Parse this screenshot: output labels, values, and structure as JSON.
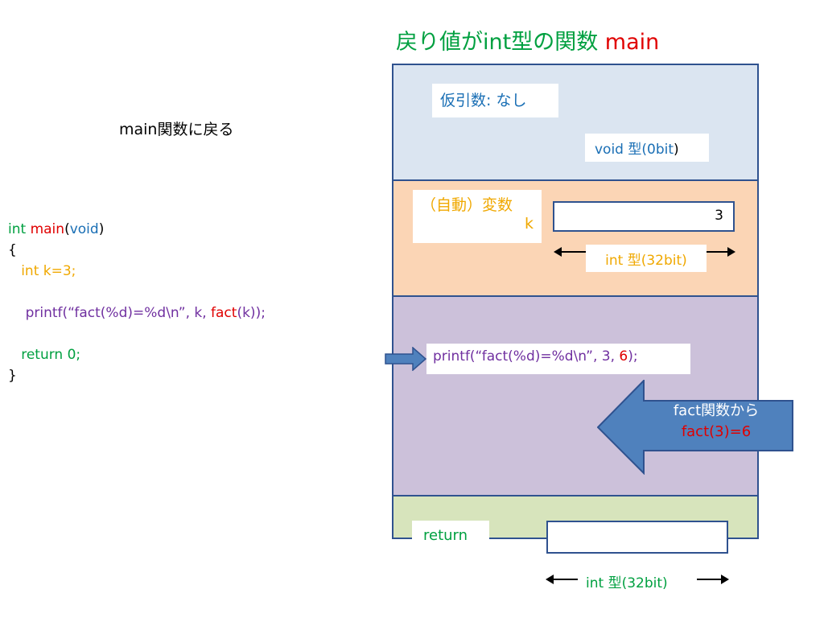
{
  "left": {
    "note": "main関数に戻る",
    "code": {
      "line1": {
        "kw": "int ",
        "name": "main",
        "open": "(",
        "param": "void",
        "close": ")"
      },
      "line2": "{",
      "line3": "   int k=3;",
      "line4": {
        "pre": "    printf(“fact(%d)=%d\\n”, k, ",
        "fn": "fact",
        "post": "(k));"
      },
      "line5": "   return 0;",
      "line6": "}"
    }
  },
  "diagram": {
    "title": {
      "main_text": "戻り値がint型の関数 ",
      "fn_name": "main"
    },
    "params": {
      "label": "仮引数: なし",
      "type_text": "void 型(0bit",
      "type_close": ")"
    },
    "auto_var": {
      "label": "（自動）変数",
      "var_name": "k",
      "value": "3",
      "type_text": "int 型(32bit)"
    },
    "printf": {
      "pre": "printf(“fact(%d)=%d\\n”, 3, ",
      "val": "6",
      "post": ");"
    },
    "from_fact": {
      "line1": "fact関数から",
      "line2": "fact(3)=6"
    },
    "return": {
      "label": "return",
      "type_text": "int 型(32bit)"
    },
    "colors": {
      "frame": "#2f528f",
      "params_bg": "#dbe5f1",
      "auto_bg": "#fbd5b5",
      "body_bg": "#ccc1da",
      "return_bg": "#d7e4bc",
      "arrow": "#4f81bd"
    }
  }
}
